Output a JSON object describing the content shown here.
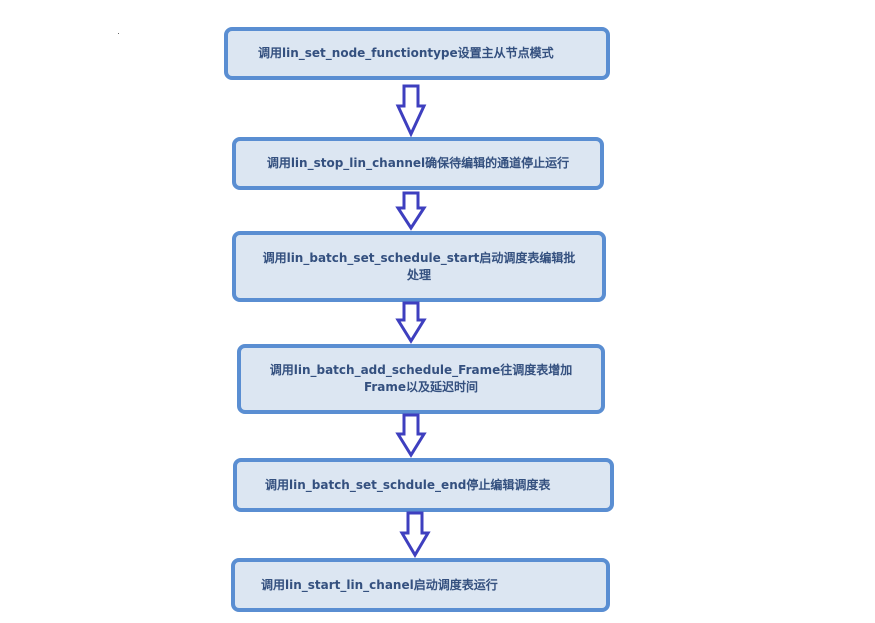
{
  "steps": [
    {
      "label": "调用lin_set_node_functiontype设置主从节点模式"
    },
    {
      "label": "调用lin_stop_lin_channel确保待编辑的通道停止运行"
    },
    {
      "label": "调用lin_batch_set_schedule_start启动调度表编辑批处理"
    },
    {
      "label": "调用lin_batch_add_schedule_Frame往调度表增加Frame以及延迟时间"
    },
    {
      "label": "调用lin_batch_set_schdule_end停止编辑调度表"
    },
    {
      "label": "调用lin_start_lin_chanel启动调度表运行"
    }
  ],
  "colors": {
    "box_fill": "#dce6f2",
    "box_border": "#5a8ed2",
    "arrow": "#3e3fbf",
    "text": "#34507f"
  }
}
